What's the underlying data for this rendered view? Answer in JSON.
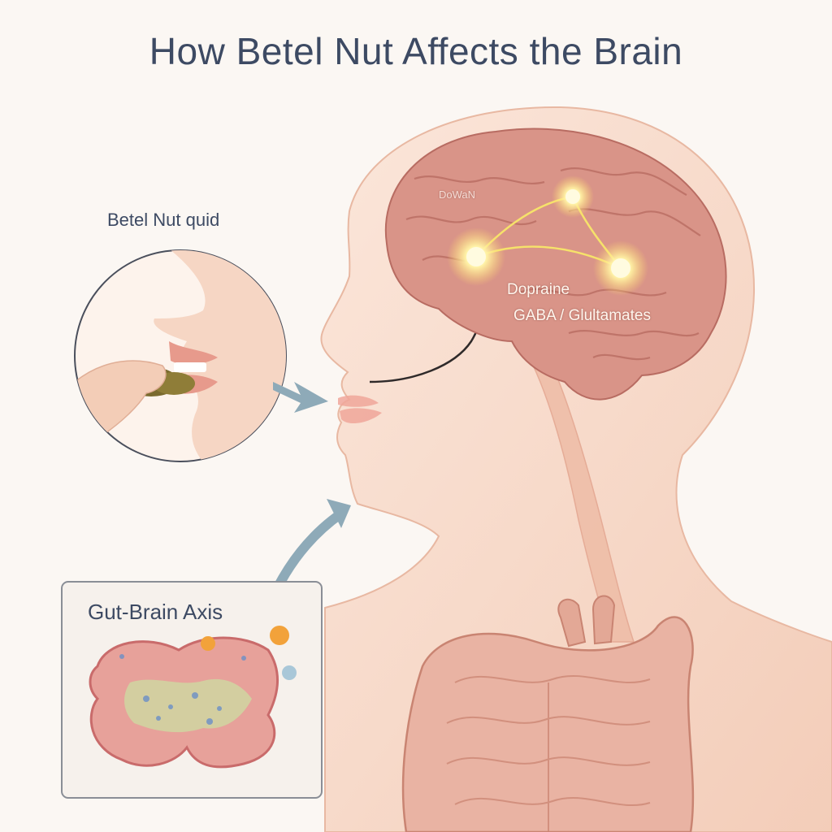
{
  "title": "How Betel Nut Affects the Brain",
  "quid_label": "Betel Nut quid",
  "gut_brain_label": "Gut-Brain Axis",
  "neurotransmitters": [
    "Dopraine",
    "GABA / Glultamates"
  ],
  "brain_top_label": "DoWaN",
  "colors": {
    "background": "#fbf7f3",
    "skin": "#f6d9c8",
    "brain": "#d99488",
    "glow": "#fff3a8",
    "arrow": "#8eaab8",
    "title": "#3d4a63"
  }
}
